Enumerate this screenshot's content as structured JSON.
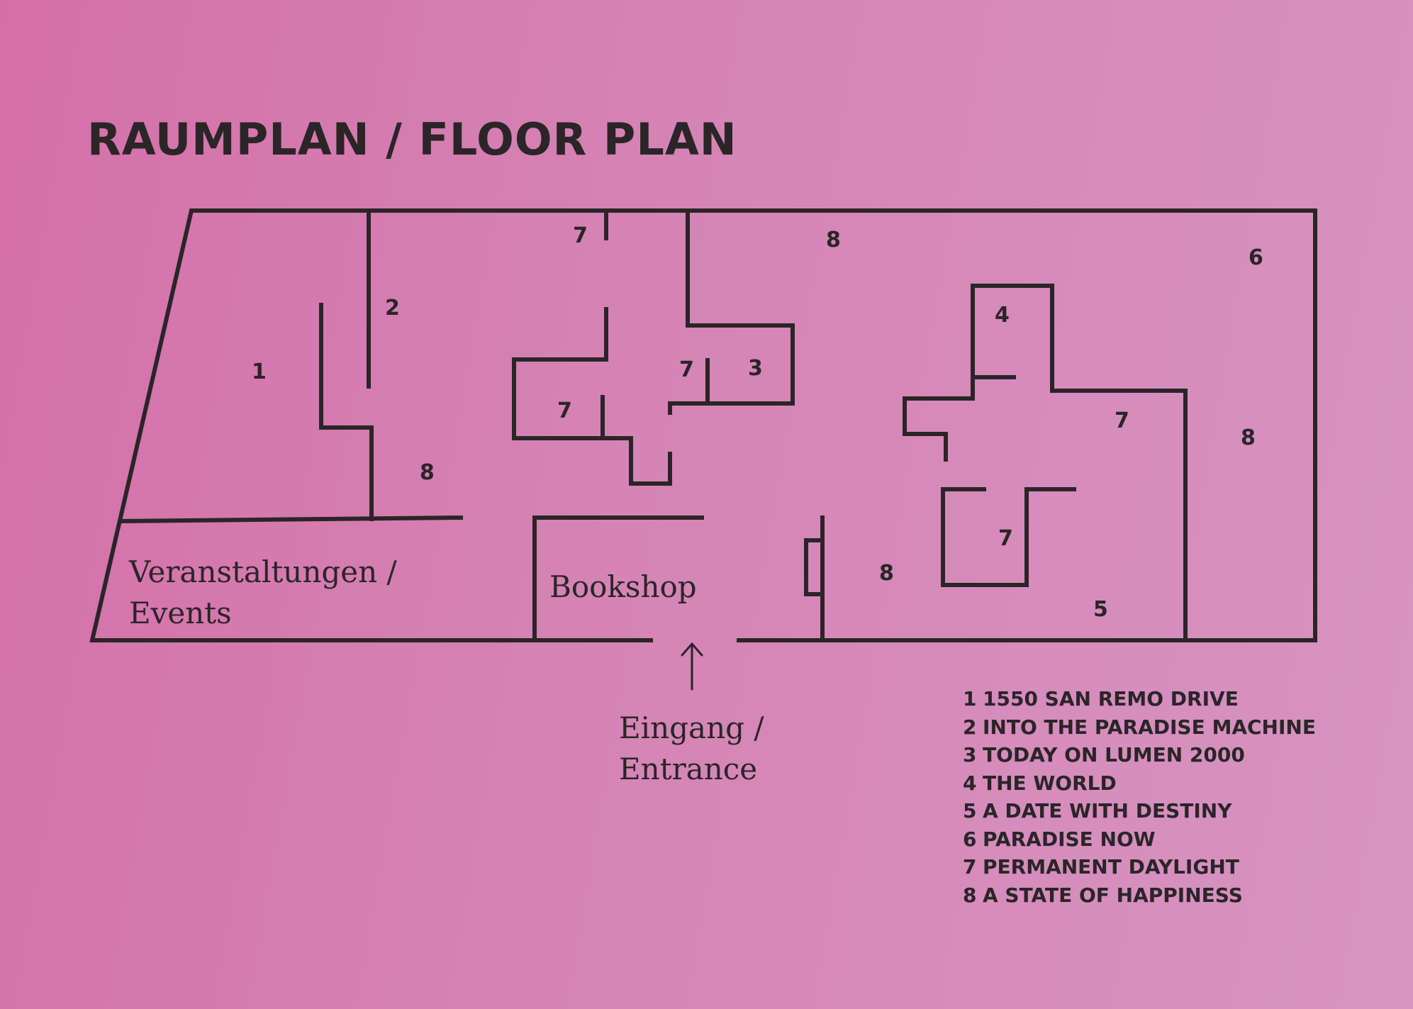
{
  "title": "RAUMPLAN / FLOOR PLAN",
  "areas": {
    "events_line1": "Veranstaltungen /",
    "events_line2": "Events",
    "bookshop": "Bookshop",
    "entrance_line1": "Eingang /",
    "entrance_line2": "Entrance"
  },
  "room_numbers": [
    "7",
    "8",
    "6",
    "2",
    "1",
    "4",
    "7",
    "3",
    "7",
    "7",
    "8",
    "8",
    "7",
    "8",
    "5"
  ],
  "legend": [
    {
      "num": "1",
      "label": "1550 SAN REMO DRIVE"
    },
    {
      "num": "2",
      "label": "INTO THE PARADISE MACHINE"
    },
    {
      "num": "3",
      "label": "TODAY ON LUMEN 2000"
    },
    {
      "num": "4",
      "label": "THE WORLD"
    },
    {
      "num": "5",
      "label": "A DATE WITH DESTINY"
    },
    {
      "num": "6",
      "label": "PARADISE NOW"
    },
    {
      "num": "7",
      "label": "PERMANENT DAYLIGHT"
    },
    {
      "num": "8",
      "label": "A STATE OF HAPPINESS"
    }
  ],
  "colors": {
    "background_start": "#d56fa9",
    "background_end": "#d794c3",
    "ink": "#2b2528"
  },
  "icons": {
    "entrance": "arrow-up-icon"
  }
}
